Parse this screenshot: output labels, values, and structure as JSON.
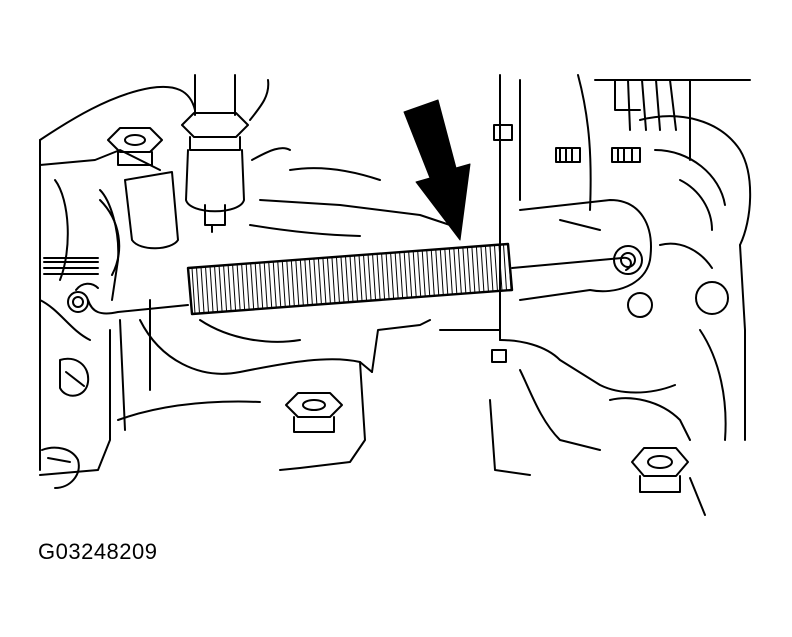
{
  "figure": {
    "code": "G03248209"
  },
  "colors": {
    "ink": "#000000",
    "paper": "#ffffff"
  },
  "callout": {
    "type": "arrow",
    "points_to": "spring"
  }
}
